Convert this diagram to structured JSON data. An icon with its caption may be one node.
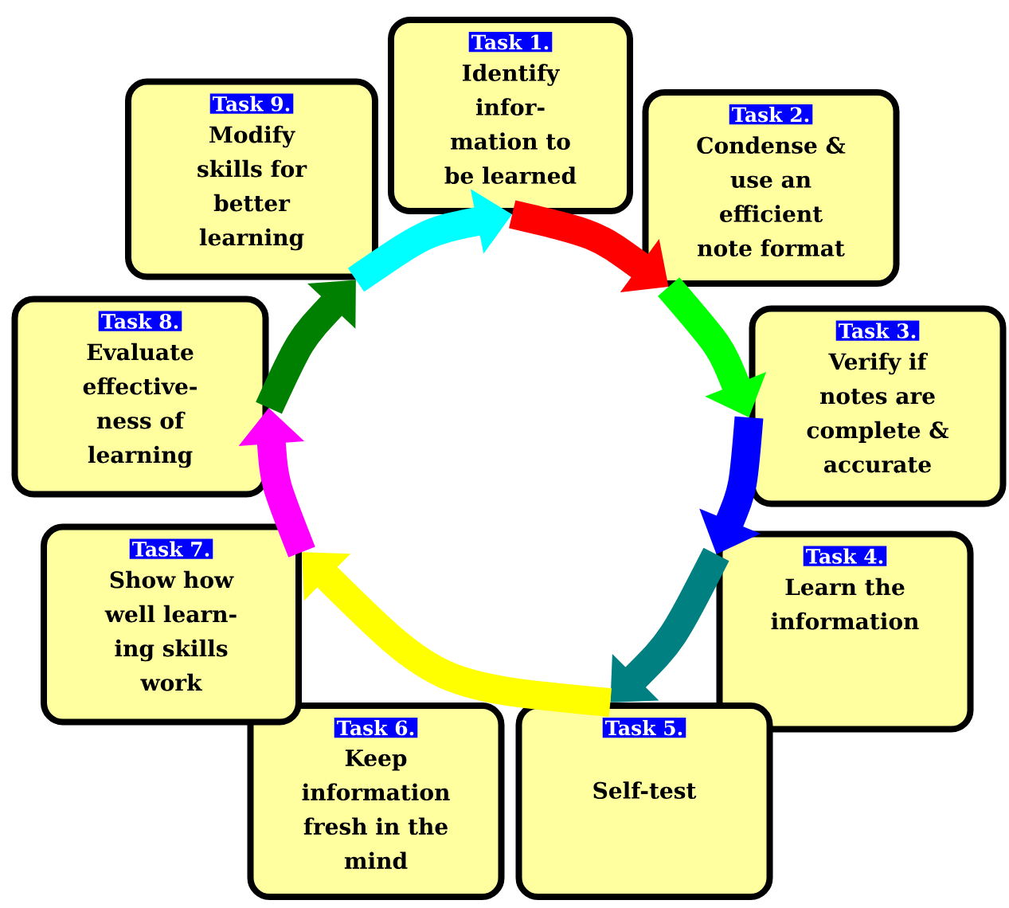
{
  "diagram": {
    "nodes": [
      {
        "text": [
          "Task 1.",
          "Identify infor- mation to be learned"
        ]
      },
      {
        "text": [
          "Task 2.",
          "Condense & use an efficient note format"
        ]
      },
      {
        "text": [
          "Task 3.",
          "Verify if notes are complete & accurate"
        ]
      },
      {
        "text": [
          "Task 4.",
          "Learn the information"
        ]
      },
      {
        "text": [
          "Task 5.",
          "Self-test"
        ]
      },
      {
        "text": [
          "Task 6.",
          "Keep information fresh in the mind"
        ]
      },
      {
        "text": [
          "Task 7.",
          "Show how well learn- ing skills work"
        ]
      },
      {
        "text": [
          "Task 8.",
          "Evaluate effective- ness of learning"
        ]
      },
      {
        "text": [
          "Task 9.",
          "Modify skills for better learning"
        ]
      }
    ],
    "edges": [
      {
        "from": 0,
        "to": 1,
        "arrow": "to",
        "color": "#ff0000"
      },
      {
        "from": 1,
        "to": 2,
        "arrow": "to",
        "color": "#00ff00"
      },
      {
        "from": 2,
        "to": 3,
        "arrow": "to",
        "color": "#0000ff"
      },
      {
        "from": 3,
        "to": 4,
        "arrow": "to",
        "color": "#008080"
      },
      {
        "from": 4,
        "to": 6,
        "arrow": "to",
        "color": "#ffff00"
      },
      {
        "from": 6,
        "to": 7,
        "arrow": "to",
        "color": "#ff00ff"
      },
      {
        "from": 7,
        "to": 8,
        "arrow": "to",
        "color": "#008000"
      },
      {
        "from": 8,
        "to": 0,
        "arrow": "to",
        "color": "#00ffff"
      }
    ]
  }
}
